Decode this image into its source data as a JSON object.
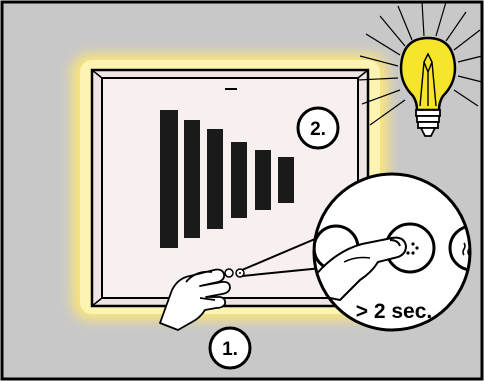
{
  "steps": {
    "step1_label": "1.",
    "step2_label": "2."
  },
  "hold_instruction": "> 2 sec.",
  "colors": {
    "background": "#c8c8c8",
    "frame_glow": "#fdf0a4",
    "screen": "#f6eeee",
    "bulb_yellow": "#f6e52b",
    "bars": "#1a1a1a"
  },
  "icons": [
    "hand-icon",
    "light-bulb-icon",
    "touch-button-icon",
    "heating-icon",
    "finger-press-icon"
  ]
}
